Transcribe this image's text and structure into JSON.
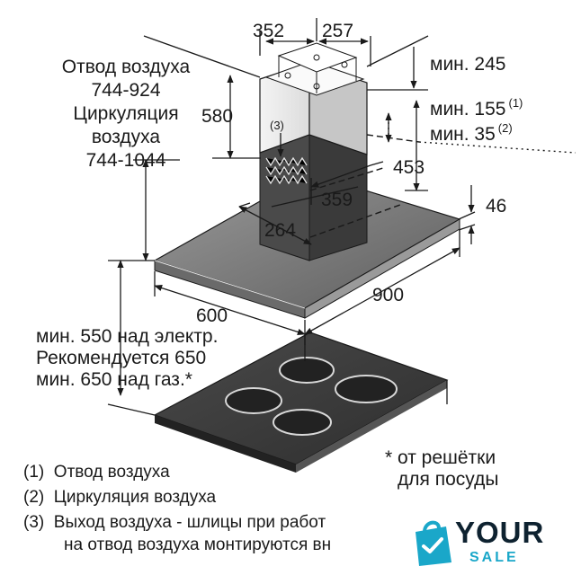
{
  "dims": {
    "d352": "352",
    "d257": "257",
    "d580": "580",
    "d245": "мин. 245",
    "d155": "мин. 155",
    "d155_note": "(1)",
    "d35": "мин. 35",
    "d35_note": "(2)",
    "d453": "453",
    "d359": "359",
    "d264": "264",
    "d46": "46",
    "d900": "900",
    "d600": "600",
    "slot_marker": "(3)"
  },
  "left_notes": {
    "exhaust_title": "Отвод воздуха",
    "exhaust_range": "744-924",
    "circ_line1": "Циркуляция",
    "circ_line2": "воздуха",
    "circ_range": "744-1044"
  },
  "mount_notes": {
    "line1": "мин. 550 над электр.",
    "line2": "Рекомендуется 650",
    "line3": "мин. 650 над газ.*"
  },
  "footnote": {
    "line1": "* от решётки",
    "line2": "для посуды"
  },
  "legend": {
    "items": [
      {
        "num": "(1)",
        "text": "Отвод воздуха"
      },
      {
        "num": "(2)",
        "text": "Циркуляция воздуха"
      },
      {
        "num": "(3)",
        "text": "Выход воздуха - шлицы при работ"
      }
    ],
    "item3_line2": "на отвод воздуха монтируются вн"
  },
  "watermark": {
    "word1": "YOUR",
    "word2": "SALE",
    "accent": "#1aa7c9",
    "dark": "#0e2230",
    "icon": "shopping-bag-icon"
  },
  "colors": {
    "panel_dark": "#3d3d3d",
    "panel_mid": "#7a7a7a",
    "panel_light": "#cfcfcf",
    "line": "#1a1a1a"
  }
}
